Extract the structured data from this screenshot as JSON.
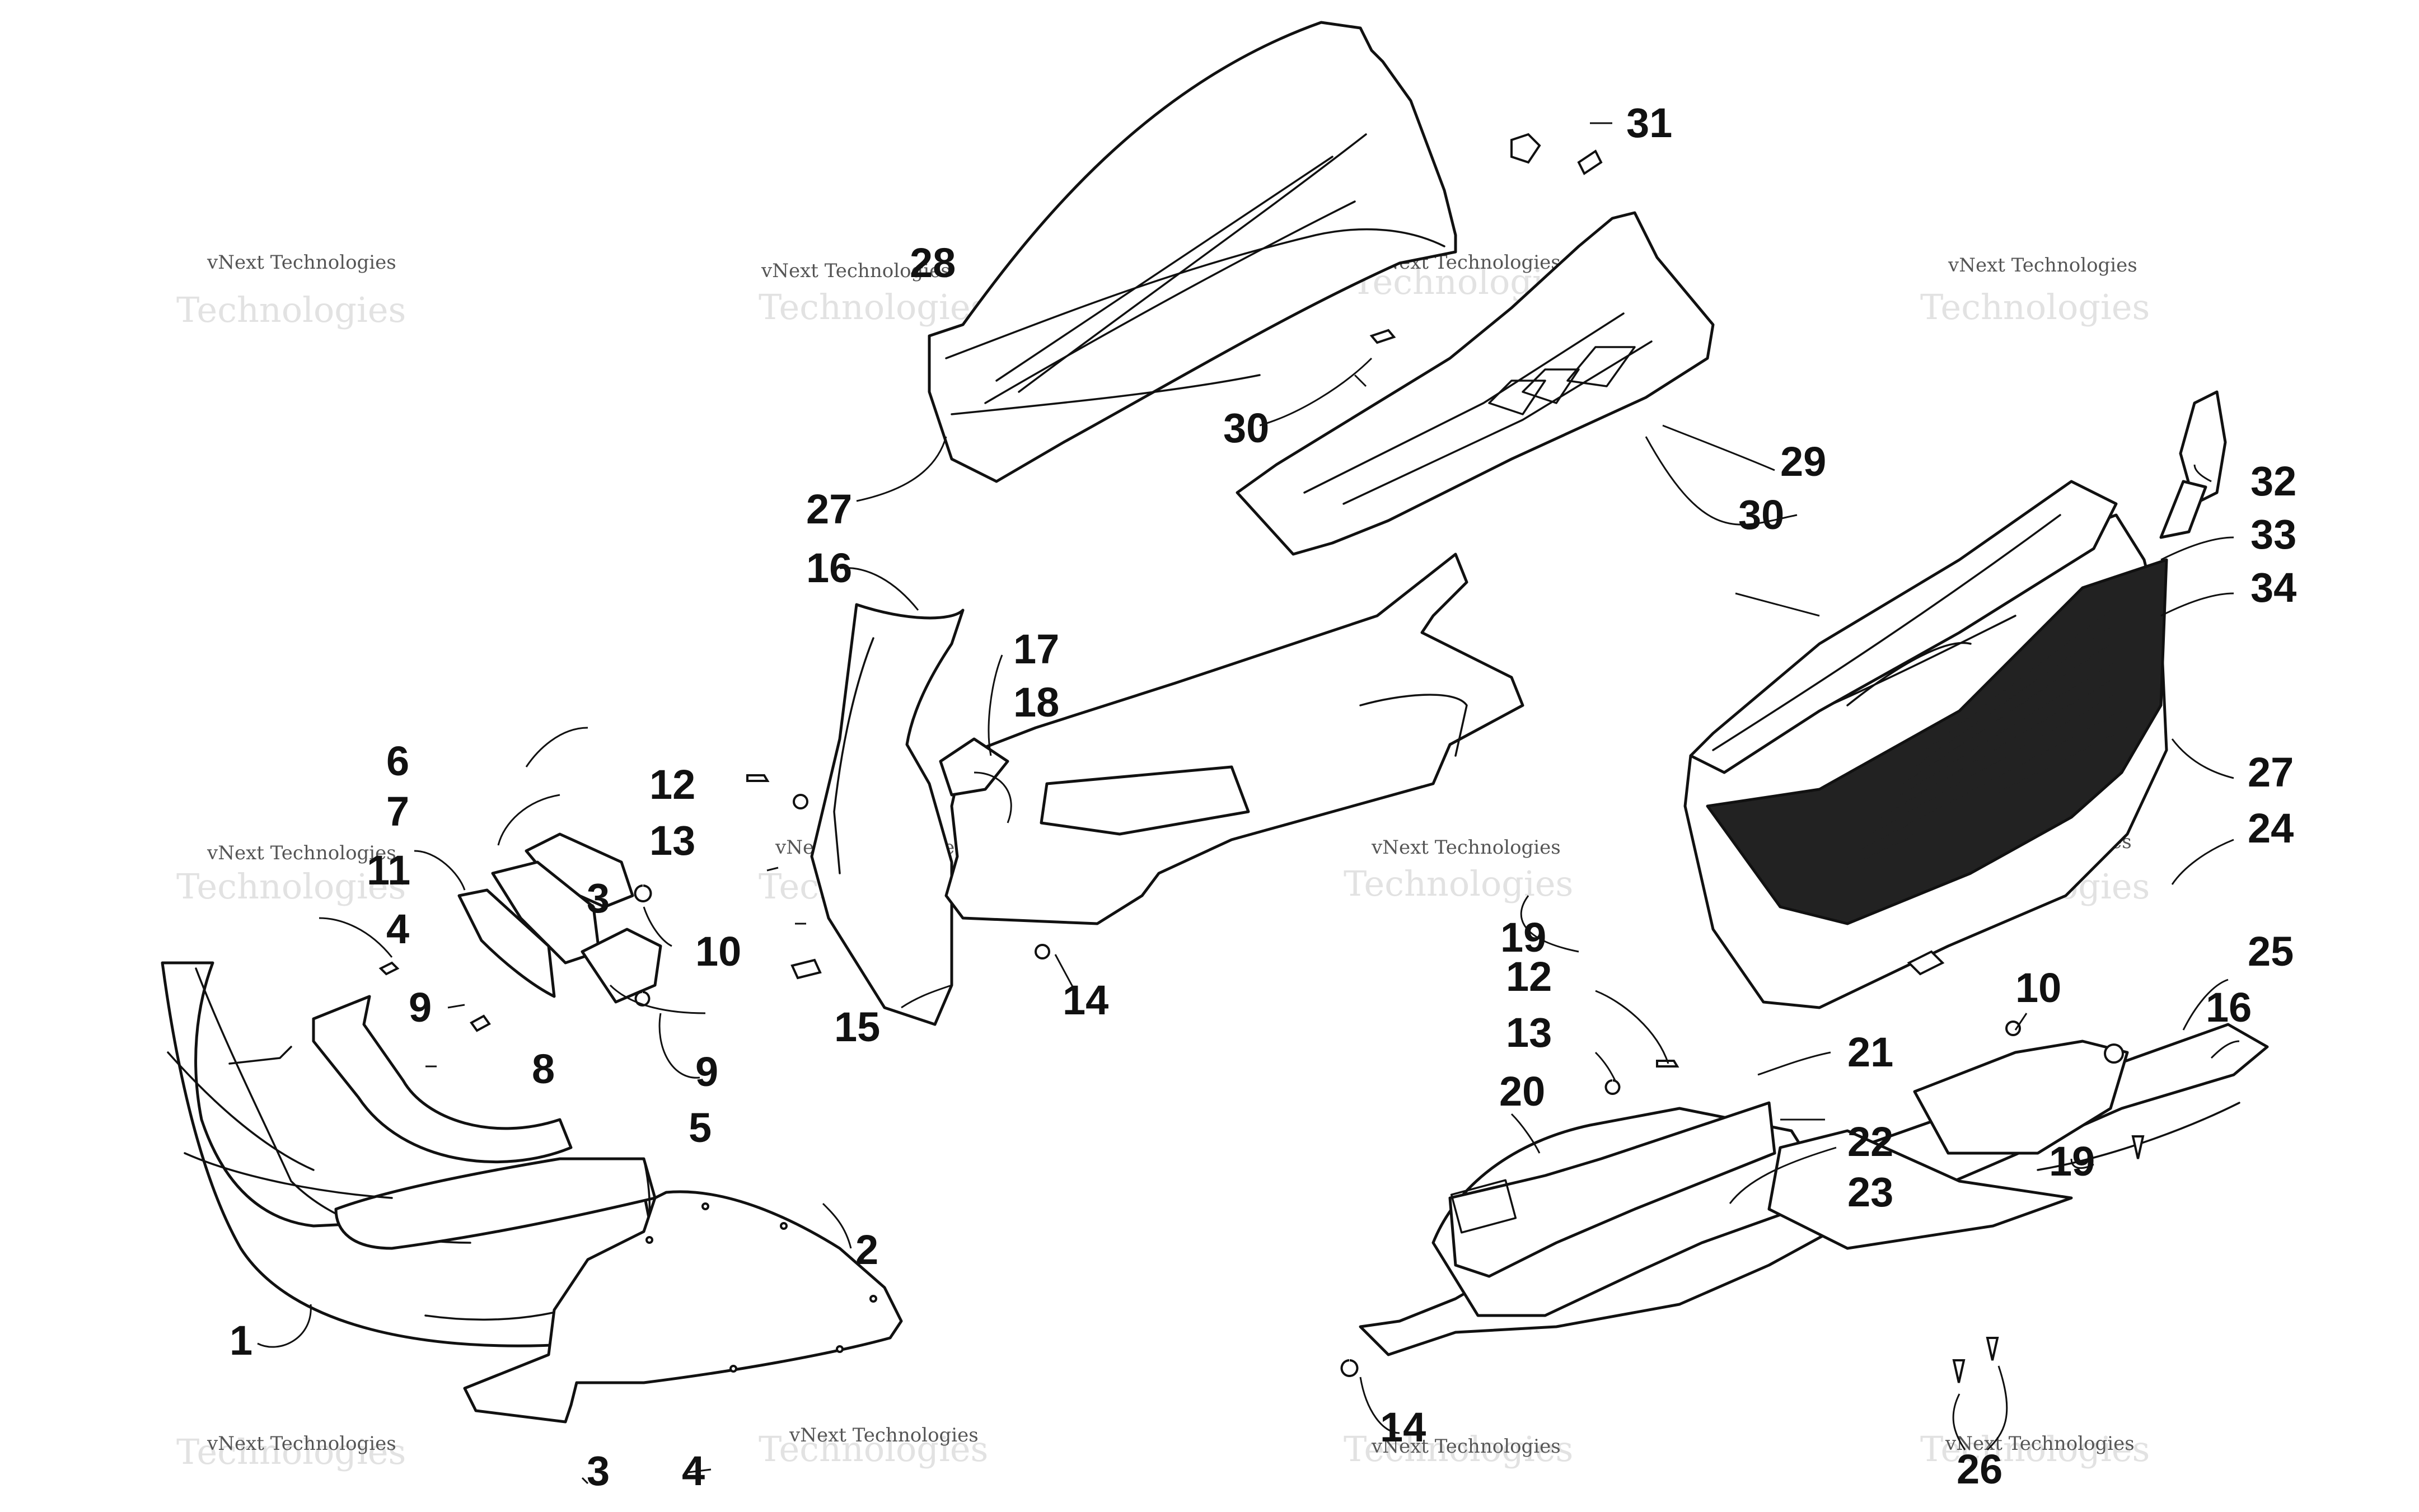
{
  "callouts": [
    "1",
    "2",
    "3",
    "4",
    "5",
    "6",
    "7",
    "8",
    "9",
    "10",
    "11",
    "12",
    "13",
    "14",
    "15",
    "16",
    "17",
    "18",
    "19",
    "20",
    "21",
    "22",
    "23",
    "24",
    "25",
    "26",
    "27",
    "28",
    "29",
    "30",
    "31",
    "32",
    "33",
    "34"
  ],
  "callouts_repeat": [
    "3",
    "4",
    "9",
    "10",
    "12",
    "13",
    "14",
    "16",
    "19",
    "27",
    "30"
  ],
  "watermark": {
    "line1": "vNext Technologies",
    "line2": "Technologies"
  },
  "colors": {
    "line": "#111111",
    "background": "#ffffff",
    "watermark": "#e2e2e2"
  }
}
